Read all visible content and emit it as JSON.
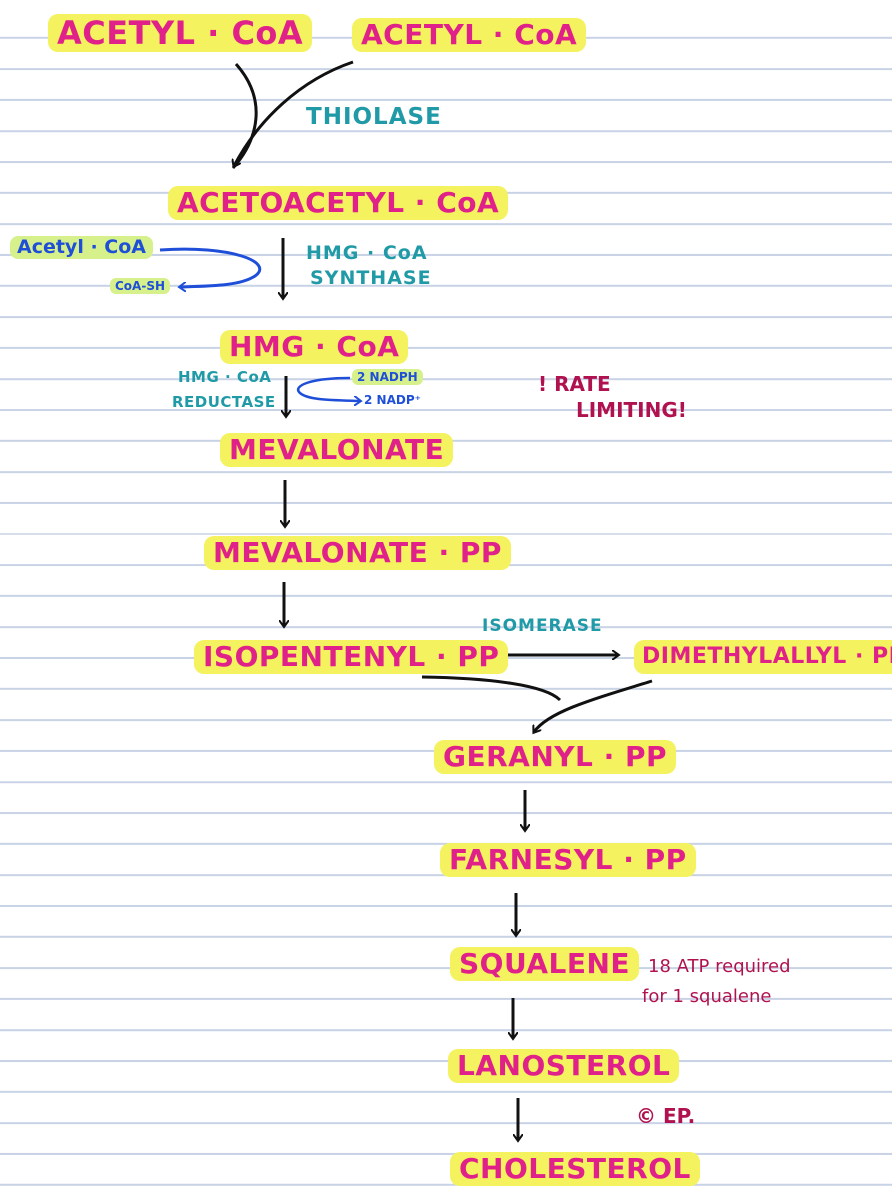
{
  "molecules": {
    "acetyl_coa_1": "ACETYL · CoA",
    "acetyl_coa_2": "ACETYL · CoA",
    "acetoacetyl_coa": "ACETOACETYL · CoA",
    "hmg_coa": "HMG · CoA",
    "mevalonate": "MEVALONATE",
    "mevalonate_pp": "MEVALONATE · PP",
    "isopentenyl_pp": "ISOPENTENYL · PP",
    "dimethylallyl_pp": "DIMETHYLALLYL · PP",
    "geranyl_pp": "GERANYL · PP",
    "farnesyl_pp": "FARNESYL · PP",
    "squalene": "SQUALENE",
    "lanosterol": "LANOSTEROL",
    "cholesterol": "CHOLESTEROL"
  },
  "side_inputs": {
    "acetyl_coa_in": "Acetyl · CoA",
    "coa_sh_out": "CoA-SH",
    "nadph_in": "2 NADPH",
    "nadp_out": "2 NADP⁺"
  },
  "enzymes": {
    "thiolase": "THIOLASE",
    "hmg_coa_synthase_1": "HMG · CoA",
    "hmg_coa_synthase_2": "SYNTHASE",
    "hmg_coa_reductase_1": "HMG · CoA",
    "hmg_coa_reductase_2": "REDUCTASE",
    "isomerase": "ISOMERASE"
  },
  "notes": {
    "rate_limiting_1": "! RATE",
    "rate_limiting_2": "LIMITING!",
    "atp_1": "18 ATP required",
    "atp_2": "for 1 squalene",
    "copyright": "© EP."
  },
  "colors": {
    "molecule_text": "#e0218a",
    "highlight": "#f4f25e",
    "enzyme_text": "#1f9aa6",
    "cofactor_text": "#1f4fd8",
    "cofactor_highlight": "#d6f08c",
    "note_text": "#b0124f",
    "ruled_line": "#c9d3e6",
    "arrow": "#111111"
  }
}
